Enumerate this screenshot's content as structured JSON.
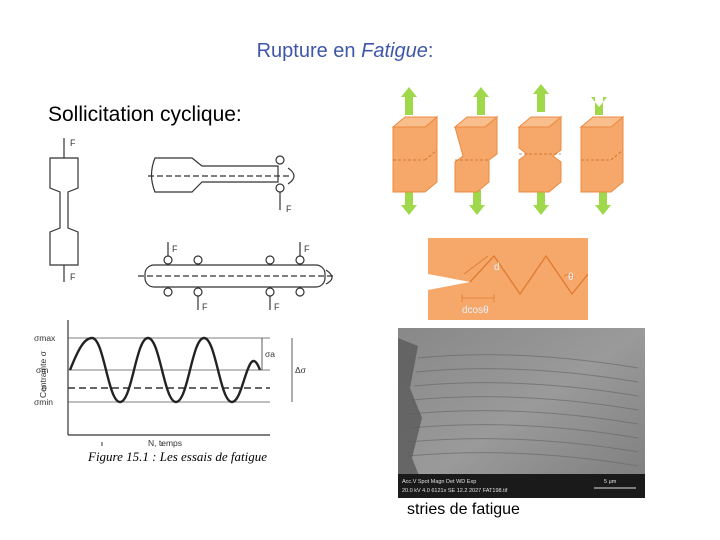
{
  "header": {
    "title_prefix": "Rupture en ",
    "title_italic": "Fatigue",
    "title_suffix": ":"
  },
  "section": {
    "subtitle": "Sollicitation cyclique:"
  },
  "figure": {
    "caption": "Figure 15.1 : Les essais de fatigue",
    "labels": {
      "force": "F",
      "sigma_max": "σmax",
      "sigma_m": "σm",
      "zero": "0",
      "sigma_min": "σmin",
      "sigma_a": "σa",
      "delta_sigma": "Δσ",
      "y_axis": "Contrainte σ",
      "x_axis": "N, temps"
    }
  },
  "crack_diagram": {
    "d": "d",
    "theta": "θ",
    "dcos": "dcosθ"
  },
  "sem": {
    "caption": "stries de fatigue",
    "databar": {
      "line1": "Acc.V  Spot Magn    Det  WD  Exp",
      "line2": "20.0 kV 4.0   6121x    SE  12.2 2027  FAT198.tif",
      "scale": "5 µm"
    }
  },
  "colors": {
    "title": "#3e57a8",
    "block": "#f5a86a",
    "block_edge": "#ec8a3f",
    "arrow": "#9fd84a"
  }
}
